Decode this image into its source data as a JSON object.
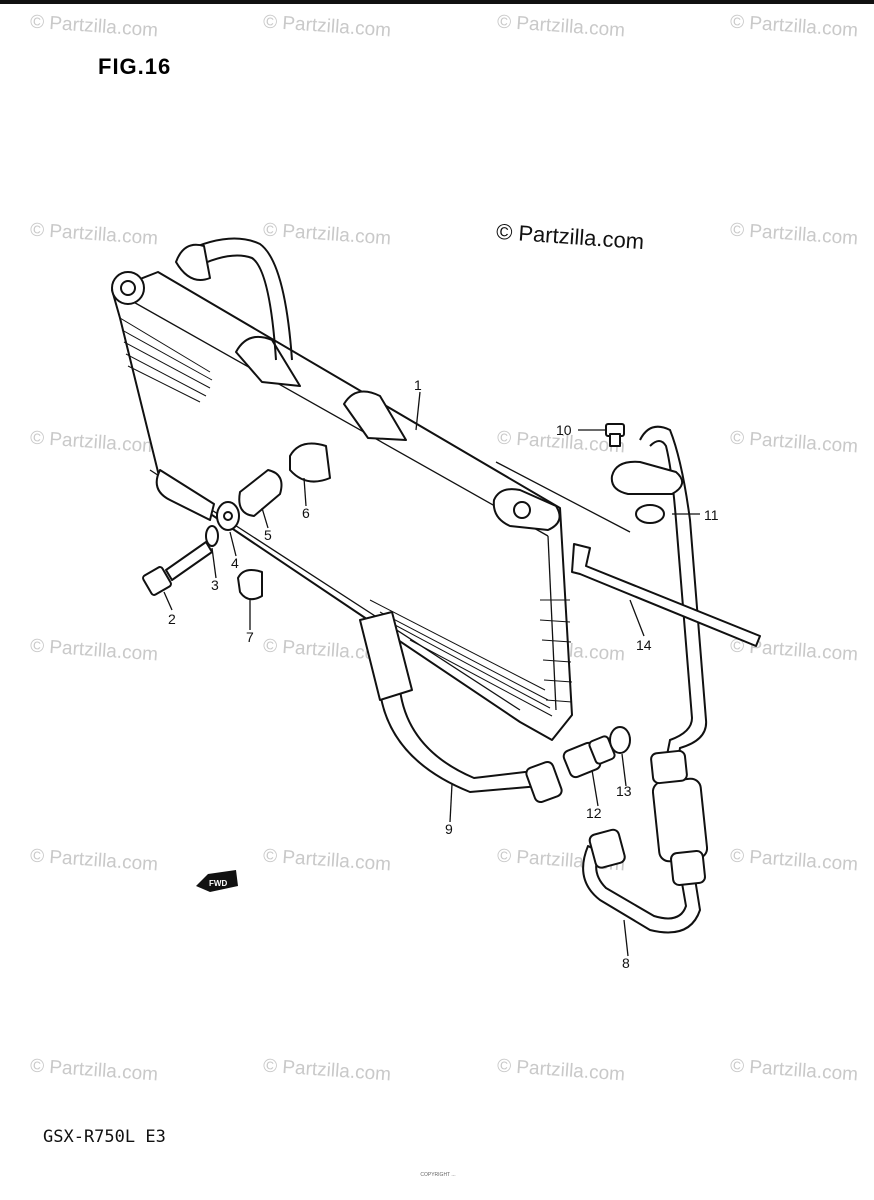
{
  "figure": {
    "title": "FIG.16",
    "model": "GSX-R750L  E3",
    "fwd_label": "FWD",
    "footer_note": "COPYRIGHT ..."
  },
  "watermark": {
    "main": "© Partzilla.com",
    "repeat": "© Partzilla.com"
  },
  "callouts": [
    "1",
    "2",
    "3",
    "4",
    "5",
    "6",
    "7",
    "8",
    "9",
    "10",
    "11",
    "12",
    "13",
    "14"
  ]
}
